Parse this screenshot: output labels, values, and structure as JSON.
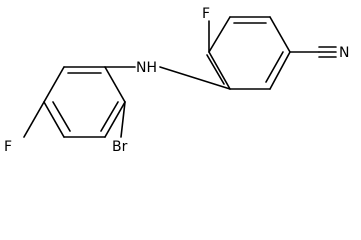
{
  "molecule": {
    "atom_labels": {
      "fluorine_top": "F",
      "amine": "NH",
      "fluorine_left": "F",
      "bromine": "Br",
      "nitrile_nitrogen": "N"
    }
  }
}
